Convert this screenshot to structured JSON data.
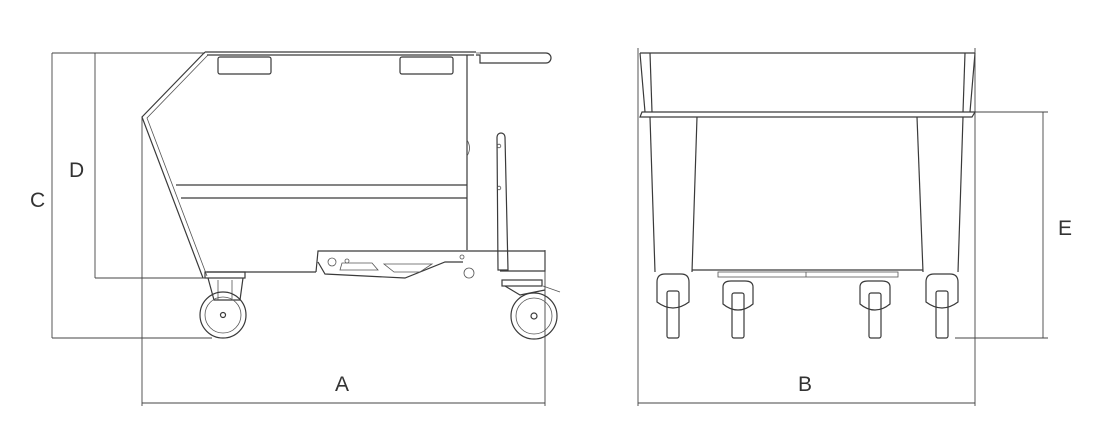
{
  "dimensions": {
    "A": "A",
    "B": "B",
    "C": "C",
    "D": "D",
    "E": "E"
  }
}
